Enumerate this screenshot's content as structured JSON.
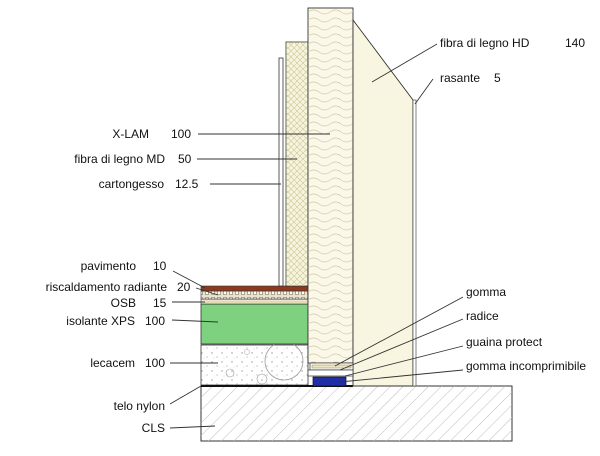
{
  "colors": {
    "xps": "#7ed17e",
    "pavimento": "#8b3a1f",
    "gomma_incomprimibile": "#1f2fa8",
    "cls": "#e9e9e9",
    "fibra_md": "#f6f4dc",
    "fibra_hd": "#f8f6e0"
  },
  "labels": {
    "xlam": {
      "name": "X-LAM",
      "value": "100"
    },
    "fibra_md": {
      "name": "fibra di legno MD",
      "value": "50"
    },
    "cartongesso": {
      "name": "cartongesso",
      "value": "12.5"
    },
    "fibra_hd": {
      "name": "fibra di legno HD",
      "value": "140"
    },
    "rasante": {
      "name": "rasante",
      "value": "5"
    },
    "pavimento": {
      "name": "pavimento",
      "value": "10"
    },
    "riscaldamento": {
      "name": "riscaldamento radiante",
      "value": "20"
    },
    "osb": {
      "name": "OSB",
      "value": "15"
    },
    "xps": {
      "name": "isolante XPS",
      "value": "100"
    },
    "lecacem": {
      "name": "lecacem",
      "value": "100"
    },
    "telo": {
      "name": "telo nylon"
    },
    "cls": {
      "name": "CLS"
    },
    "gomma": {
      "name": "gomma"
    },
    "radice": {
      "name": "radice"
    },
    "guaina": {
      "name": "guaina protect"
    },
    "gomma_inc": {
      "name": "gomma incomprimibile"
    }
  }
}
